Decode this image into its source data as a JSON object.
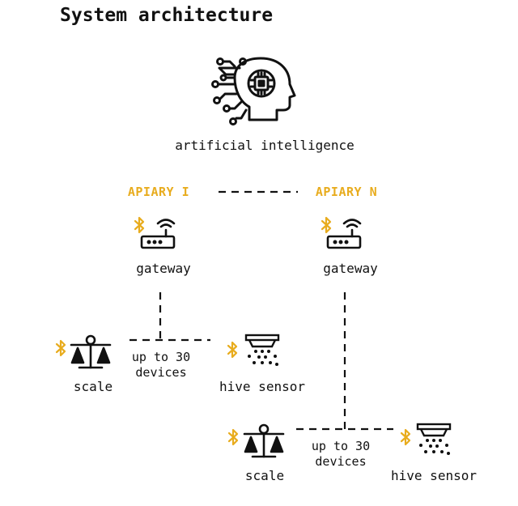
{
  "title": "System architecture",
  "colors": {
    "accent": "#e8ac1e",
    "ink": "#111111",
    "background": "#ffffff"
  },
  "ai": {
    "label": "artificial intelligence",
    "icon": "ai-head-chip-icon"
  },
  "apiaries": [
    {
      "name": "APIARY I",
      "gateway": {
        "label": "gateway",
        "icon": "router-wifi-icon"
      },
      "scale": {
        "label": "scale",
        "icon": "balance-scale-icon"
      },
      "sensor": {
        "label": "hive sensor",
        "icon": "hive-sensor-icon"
      },
      "note": [
        "up to 30",
        "devices"
      ]
    },
    {
      "name": "APIARY N",
      "gateway": {
        "label": "gateway",
        "icon": "router-wifi-icon"
      },
      "scale": {
        "label": "scale",
        "icon": "balance-scale-icon"
      },
      "sensor": {
        "label": "hive sensor",
        "icon": "hive-sensor-icon"
      },
      "note": [
        "up to 30",
        "devices"
      ]
    }
  ],
  "bluetooth_icon": "bluetooth-icon"
}
